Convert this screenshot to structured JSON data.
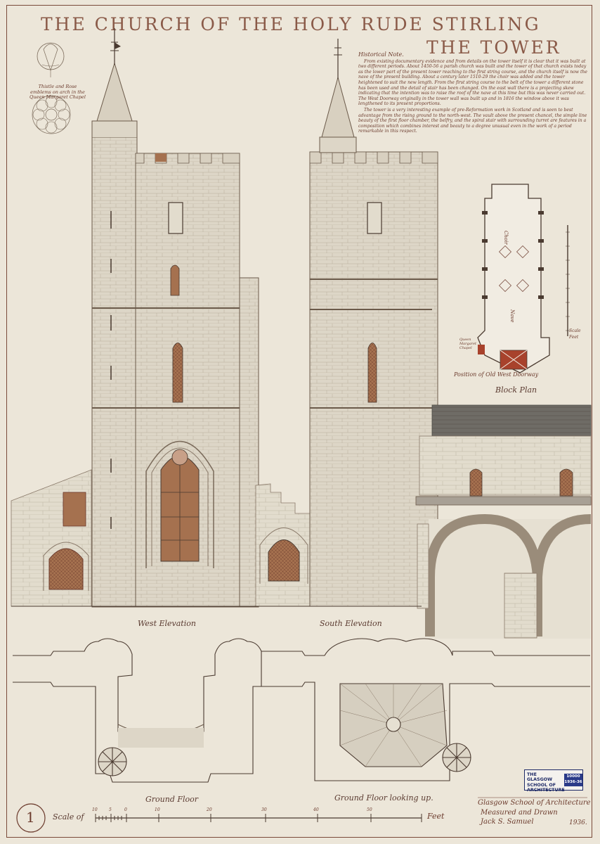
{
  "title": {
    "line1": "THE CHURCH OF THE HOLY RUDE STIRLING",
    "line2": "THE TOWER"
  },
  "emblem": {
    "caption": "Thistle and Rose emblems on arch in the Queen Margaret Chapel"
  },
  "historical_note": {
    "heading": "Historical Note.",
    "paragraph1": "From existing documentary evidence and from details on the tower itself it is clear that it was built at two different periods. About 1450-56 a parish church was built and the tower of that church exists today as the lower part of the present tower reaching to the first string course, and the church itself is now the nave of the present building. About a century later 1510-29 the choir was added and the tower heightened to suit the new length. From the first string course to the belt of the tower a different stone has been used and the detail of stair has been changed. On the east wall there is a projecting skew indicating that the intention was to raise the roof of the nave at this time but this was never carried out. The West Doorway originally in the tower wall was built up and in 1816 the window above it was lengthened to its present proportions.",
    "paragraph2": "The tower is a very interesting example of pre-Reformation work in Scotland and is seen to best advantage from the rising ground to the north-west. The vault above the present chancel, the simple line beauty of the first floor chamber, the belfry, and the spiral stair with surrounding turret are features in a composition which combines interest and beauty to a degree unusual even in the work of a period remarkable in this respect."
  },
  "block_plan": {
    "label_choir": "Choir",
    "label_nave": "Nave",
    "label_chapel": "Queen Margaret Chapel",
    "scale_label": "Scale Feet",
    "position_note": "Position of Old West Doorway",
    "caption": "Block Plan"
  },
  "elevations": {
    "west": "West Elevation",
    "south": "South Elevation"
  },
  "plans": {
    "ground": "Ground Floor",
    "ground_up": "Ground Floor looking up."
  },
  "scale_bar": {
    "number": "1",
    "prefix": "Scale of",
    "ticks": [
      "10",
      "5",
      "0",
      "10",
      "20",
      "30",
      "40",
      "50"
    ],
    "unit": "Feet"
  },
  "credits": {
    "line1": "Glasgow School of Architecture",
    "line2": "Measured and Drawn",
    "line3": "Jack S. Samuel",
    "year": "1936."
  },
  "stamp": {
    "line1": "THE GLASGOW",
    "line2": "SCHOOL OF",
    "line3": "ARCHITECTURE",
    "number": "10000 1936-36"
  },
  "colors": {
    "paper": "#ece6d9",
    "ink": "#6b3a2c",
    "stone": "#ddd6c7",
    "glass": "#a5714f",
    "stamp_blue": "#1e2a66"
  }
}
